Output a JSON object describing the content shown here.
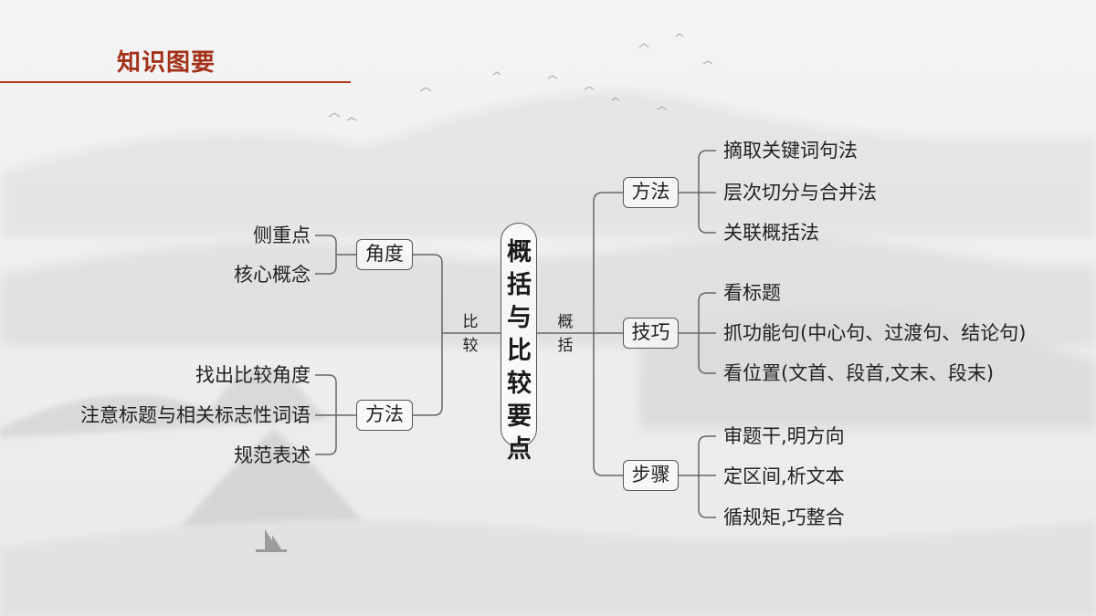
{
  "header": {
    "title": "知识图要",
    "accent": "#b23a1e"
  },
  "center": "概括与比较要点",
  "left_edge_label": "比较",
  "right_edge_label": "概括",
  "left_branches": [
    {
      "label": "角度",
      "items": [
        "侧重点",
        "核心概念"
      ]
    },
    {
      "label": "方法",
      "items": [
        "找出比较角度",
        "注意标题与相关标志性词语",
        "规范表述"
      ]
    }
  ],
  "right_branches": [
    {
      "label": "方法",
      "items": [
        "摘取关键词句法",
        "层次切分与合并法",
        "关联概括法"
      ]
    },
    {
      "label": "技巧",
      "items": [
        "看标题",
        "抓功能句(中心句、过渡句、结论句)",
        "看位置(文首、段首,文末、段末)"
      ]
    },
    {
      "label": "步骤",
      "items": [
        "审题干,明方向",
        "定区间,析文本",
        "循规矩,巧整合"
      ]
    }
  ]
}
